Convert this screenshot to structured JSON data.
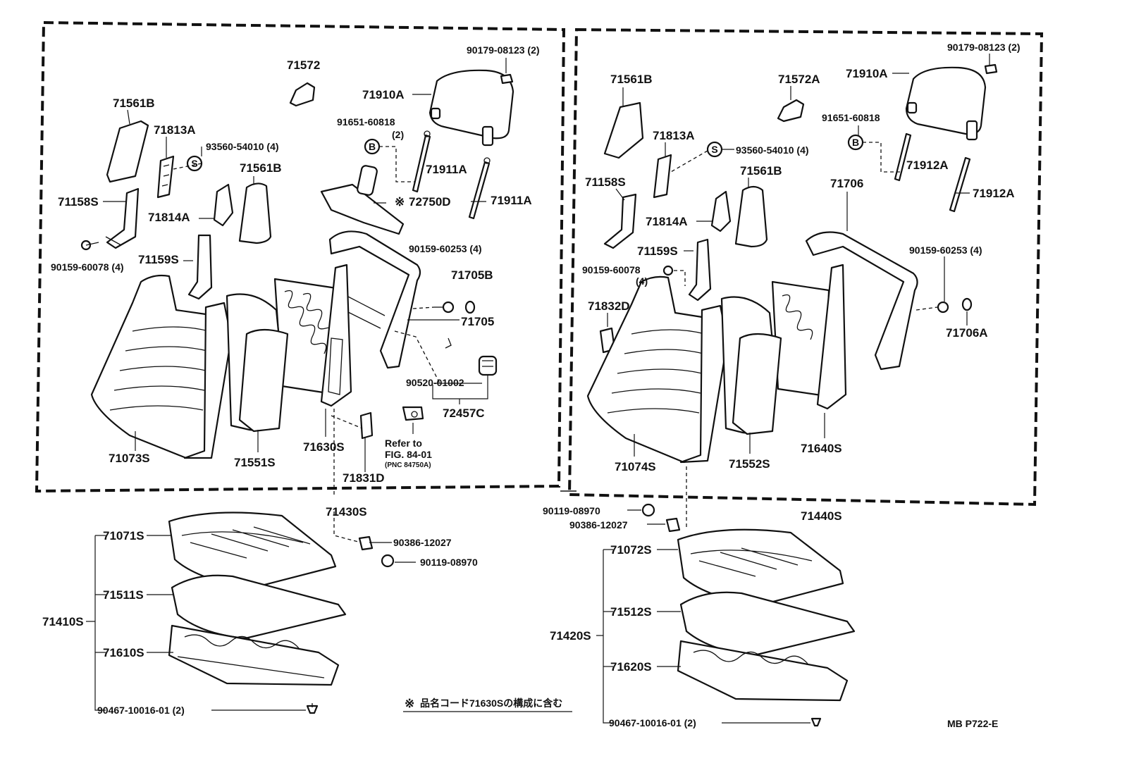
{
  "left_assembly": {
    "assembly_label": "71430S",
    "seatback_labels": {
      "p71572": "71572",
      "p90179": "90179-08123 (2)",
      "p71910A": "71910A",
      "p71561B_top": "71561B",
      "p71813A": "71813A",
      "p93560": "93560-54010 (4)",
      "p91651": "91651-60818",
      "p91651_qty": "(2)",
      "p71911A_1": "71911A",
      "p71911A_2": "71911A",
      "p71561B_mid": "71561B",
      "p71158S": "71158S",
      "p71814A": "71814A",
      "p72750D": "72750D",
      "p90159_60078": "90159-60078 (4)",
      "p71159S": "71159S",
      "p90159_60253": "90159-60253 (4)",
      "p71705B": "71705B",
      "p71705": "71705",
      "p90520": "90520-01002",
      "p72457C": "72457C",
      "p71073S": "71073S",
      "p71551S": "71551S",
      "p71630S": "71630S",
      "p71831D": "71831D"
    },
    "refer": {
      "line1": "Refer to",
      "line2": "FIG. 84-01",
      "line3": "(PNC 84750A)"
    },
    "fasteners": {
      "p90386": "90386-12027",
      "p90119": "90119-08970"
    },
    "cushion": {
      "group": "71410S",
      "p71071S": "71071S",
      "p71511S": "71511S",
      "p71610S": "71610S",
      "p90467": "90467-10016-01 (2)"
    }
  },
  "right_assembly": {
    "assembly_label": "71440S",
    "seatback_labels": {
      "p90179": "90179-08123 (2)",
      "p71561B_top": "71561B",
      "p71572A": "71572A",
      "p71910A": "71910A",
      "p91651": "91651-60818",
      "p71813A": "71813A",
      "p93560": "93560-54010 (4)",
      "p71912A_1": "71912A",
      "p71158S": "71158S",
      "p71561B_mid": "71561B",
      "p71706": "71706",
      "p71912A_2": "71912A",
      "p71814A": "71814A",
      "p71159S": "71159S",
      "p90159_60253": "90159-60253 (4)",
      "p90159_60078": "90159-60078",
      "p90159_60078_qty": "(4)",
      "p71832D": "71832D",
      "p71706A": "71706A",
      "p71074S": "71074S",
      "p71552S": "71552S",
      "p71640S": "71640S"
    },
    "fasteners": {
      "p90119": "90119-08970",
      "p90386": "90386-12027"
    },
    "cushion": {
      "group": "71420S",
      "p71072S": "71072S",
      "p71512S": "71512S",
      "p71620S": "71620S",
      "p90467": "90467-10016-01 (2)"
    }
  },
  "callouts": {
    "S": "S",
    "B": "B"
  },
  "footnote": {
    "mark": "※",
    "mark_inline": "※",
    "text": "品名コード71630Sの構成に含む"
  },
  "drawing_number": "MB P722-E"
}
